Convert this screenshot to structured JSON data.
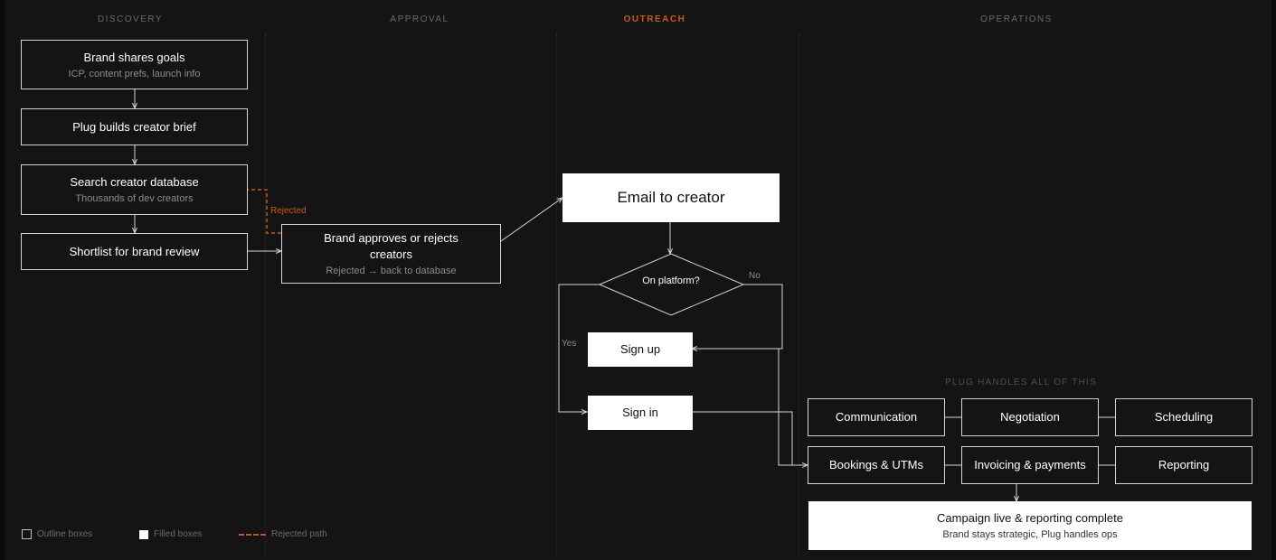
{
  "lanes": {
    "discovery": "DISCOVERY",
    "approval": "APPROVAL",
    "outreach": "OUTREACH",
    "operations": "OPERATIONS"
  },
  "nodes": {
    "brand_goals": {
      "title": "Brand shares goals",
      "sub": "ICP, content prefs, launch info"
    },
    "creator_brief": {
      "title": "Plug builds creator brief"
    },
    "search_db": {
      "title": "Search creator database",
      "sub": "Thousands of dev creators"
    },
    "shortlist": {
      "title": "Shortlist for brand review"
    },
    "brand_approves": {
      "title": "Brand approves or rejects creators",
      "sub": "Rejected → back to database"
    },
    "email_creator": {
      "title": "Email to creator"
    },
    "on_platform": {
      "title": "On platform?"
    },
    "sign_up": {
      "title": "Sign up"
    },
    "sign_in": {
      "title": "Sign in"
    },
    "campaign_live": {
      "title": "Campaign live & reporting complete",
      "sub": "Brand stays strategic, Plug handles ops"
    }
  },
  "edge_labels": {
    "rejected": "Rejected",
    "no": "No",
    "yes": "Yes"
  },
  "ops": {
    "title": "PLUG HANDLES ALL OF THIS",
    "items": [
      "Communication",
      "Negotiation",
      "Scheduling",
      "Bookings & UTMs",
      "Invoicing & payments",
      "Reporting"
    ]
  },
  "legend": {
    "outline": "Outline boxes",
    "filled": "Filled boxes",
    "rejected": "Rejected path"
  },
  "colors": {
    "background": "#141414",
    "accent": "#c2591f",
    "stroke": "#d6d6d6"
  }
}
